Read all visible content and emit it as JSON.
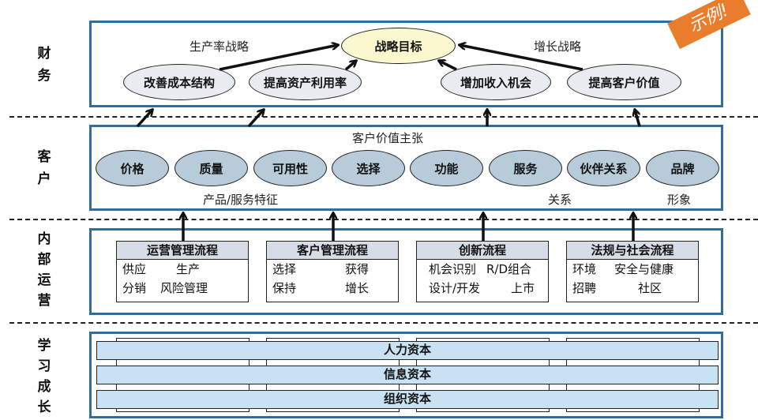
{
  "badge": "示例!",
  "sections": {
    "finance": "财务",
    "customer": "客户",
    "internal": "内部运营",
    "learning": "学习成长"
  },
  "finance": {
    "goal": "战略目标",
    "productivity_strategy": "生产率战略",
    "growth_strategy": "增长战略",
    "objectives": [
      "改善成本结构",
      "提高资产利用率",
      "增加收入机会",
      "提高客户价值"
    ]
  },
  "customer": {
    "value_proposition": "客户价值主张",
    "attributes": [
      "价格",
      "质量",
      "可用性",
      "选择",
      "功能",
      "服务",
      "伙伴关系",
      "品牌"
    ],
    "group_labels": {
      "product_service": "产品/服务特征",
      "relationship": "关系",
      "image": "形象"
    }
  },
  "internal": {
    "processes": [
      {
        "title": "运营管理流程",
        "items": [
          "供应",
          "生产",
          "分销",
          "风险管理"
        ]
      },
      {
        "title": "客户管理流程",
        "items": [
          "选择",
          "获得",
          "保持",
          "增长"
        ]
      },
      {
        "title": "创新流程",
        "items": [
          "机会识别",
          "R/D组合",
          "设计/开发",
          "上市"
        ]
      },
      {
        "title": "法规与社会流程",
        "items": [
          "环境",
          "安全与健康",
          "招聘",
          "社区"
        ]
      }
    ]
  },
  "learning": {
    "capitals": [
      "人力资本",
      "信息资本",
      "组织资本"
    ]
  },
  "colors": {
    "panel_border": "#2f6e9e",
    "goal_fill": "#fbf8cf",
    "finance_fill": "#e9edf2",
    "customer_fill": "#b7cbd9",
    "process_header": "#d6dde6",
    "capital_fill": "#c9e2f3",
    "badge": "#ea7d2c"
  }
}
